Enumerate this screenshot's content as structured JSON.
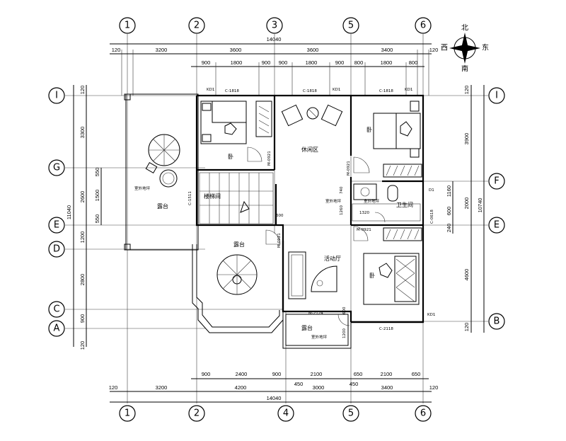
{
  "grid_cols_top": [
    "1",
    "2",
    "3",
    "5",
    "6"
  ],
  "grid_cols_bottom": [
    "1",
    "2",
    "4",
    "5",
    "6"
  ],
  "grid_rows_left": [
    "I",
    "G",
    "E",
    "D",
    "C",
    "A"
  ],
  "grid_rows_right": [
    "I",
    "F",
    "E",
    "B"
  ],
  "overall_width": "14040",
  "top_dims_row1": [
    "120",
    "3200",
    "3600",
    "3600",
    "3400",
    "120"
  ],
  "top_dims_row2": [
    "900",
    "1800",
    "900",
    "900",
    "1800",
    "900",
    "800",
    "1800",
    "800"
  ],
  "bottom_dims_row1": [
    "900",
    "2400",
    "900",
    "2100",
    "650",
    "2100",
    "650"
  ],
  "bottom_dims_row2": [
    "120",
    "3200",
    "4200",
    "3000",
    "3400",
    "120"
  ],
  "bottom_small": [
    "450",
    "450"
  ],
  "left_dims_outer": [
    "120",
    "3300",
    "2600",
    "1200",
    "2800",
    "900",
    "120"
  ],
  "left_dims_inner": [
    "550",
    "1500",
    "550"
  ],
  "left_total": "11040",
  "right_dims_outer": [
    "120",
    "3900",
    "2000",
    "4600",
    "120"
  ],
  "right_dims_inner": [
    "1160",
    "600",
    "240"
  ],
  "right_total": "10740",
  "rooms": {
    "terrace": "露台",
    "stair": "楼梯间",
    "lounge": "休闲区",
    "activity": "活动厅",
    "bath": "卫生间",
    "bed": "卧"
  },
  "windows": [
    "C-1818",
    "C-1818",
    "C-1818",
    "C-2118",
    "C-1511",
    "C-0618"
  ],
  "doors": [
    "M-0921",
    "M-0921",
    "M-0921",
    "M-0921",
    "M-2124"
  ],
  "tags": [
    "KD1",
    "KD1",
    "KD1",
    "KD1",
    "D1"
  ],
  "misc": [
    "室外地坪",
    "室外地坪",
    "室外地坪",
    "室外地坪",
    "1320",
    "1260",
    "740",
    "600",
    "600",
    "1200"
  ],
  "compass": {
    "n": "北",
    "s": "南",
    "e": "东",
    "w": "西"
  }
}
